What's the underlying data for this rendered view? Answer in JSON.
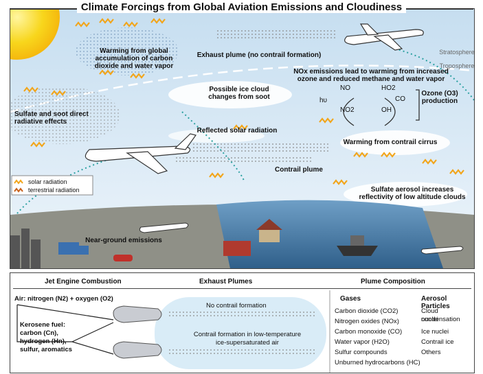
{
  "title": "Climate Forcings from Global Aviation Emissions and Cloudiness",
  "labels": {
    "warming_global": "Warming from global accumulation of carbon dioxide and water vapor",
    "exhaust_plume": "Exhaust plume (no contrail formation)",
    "stratosphere": "Stratosphere",
    "troposphere": "Troposphere",
    "nox": "NOx emissions lead to warming from increased ozone and reduced methane and water vapor",
    "ice_cloud": "Possible ice cloud changes from soot",
    "sulfate_soot": "Sulfate and soot direct radiative effects",
    "reflected": "Reflected solar radiation",
    "contrail_cirrus": "Warming from contrail cirrus",
    "contrail_plume": "Contrail plume",
    "sulfate_aerosol": "Sulfate aerosol increases reflectivity of low altitude clouds",
    "near_ground": "Near-ground emissions",
    "ozone": "Ozone (O3) production"
  },
  "chemistry": {
    "no": "NO",
    "no2": "NO2",
    "ho2": "HO2",
    "oh": "OH",
    "co": "CO",
    "hv": "hυ",
    "o3": "Ozone (O",
    "o3b": ") production"
  },
  "legend": {
    "solar": "solar radiation",
    "terrestrial": "terrestrial radiation",
    "solar_color": "#f2a51a",
    "terrestrial_color": "#c8601a"
  },
  "bottom": {
    "col1_header": "Jet Engine Combustion",
    "col2_header": "Exhaust Plumes",
    "col3_header": "Plume Composition",
    "air": "Air: nitrogen (N2) + oxygen (O2)",
    "kerosene": [
      "Kerosene fuel:",
      "carbon (Cn),",
      "hydrogen (Hn),",
      "sulfur, aromatics"
    ],
    "no_contrail": "No contrail formation",
    "contrail_formation": [
      "Contrail formation in low-temperature",
      "ice-supersaturated air"
    ],
    "gases_header": "Gases",
    "gases": [
      "Carbon dioxide (CO2)",
      "Nitrogen oxides (NOx)",
      "Carbon monoxide (CO)",
      "Water vapor (H2O)",
      "Sulfur compounds",
      "Unburned hydrocarbons (HC)"
    ],
    "aerosol_header": "Aerosol Particles",
    "aerosols": [
      "Cloud condensation",
      "nuclei",
      "Ice nuclei",
      "Contrail ice",
      "Others"
    ]
  },
  "colors": {
    "sky_top": "#cfe4f3",
    "sky_bottom": "#eaf3fa",
    "sun": "#f7d31a",
    "ocean": "#3f78a8",
    "ground": "#8c8c7e"
  }
}
